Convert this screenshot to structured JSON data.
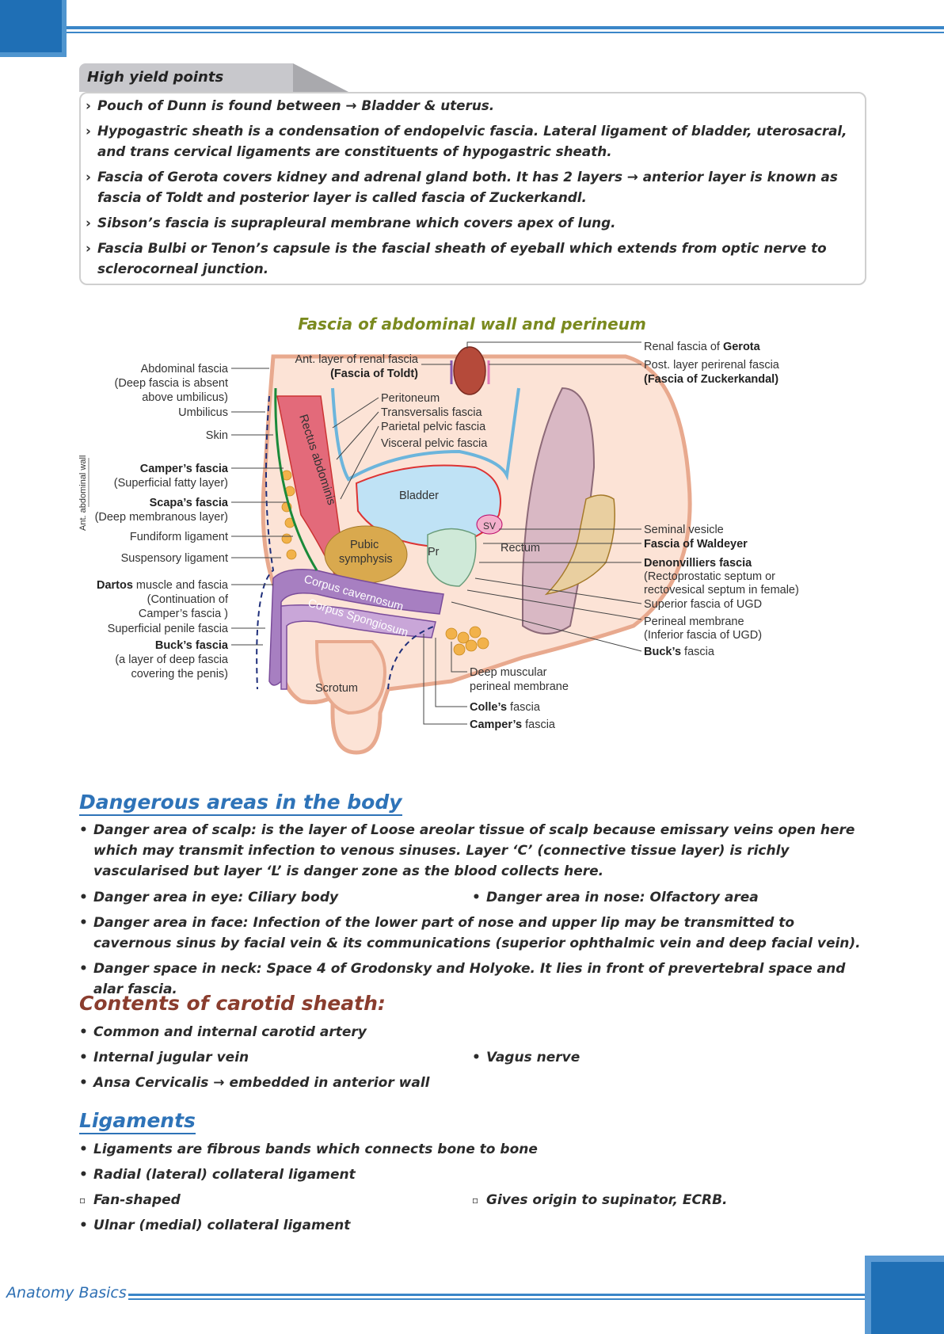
{
  "footer": {
    "book_title": "Anatomy Basics"
  },
  "high_yield": {
    "title": "High yield points",
    "marker": "›",
    "points": [
      "Pouch of Dunn is found between → Bladder & uterus.",
      "Hypogastric sheath is a condensation of endopelvic fascia. Lateral ligament of bladder, uterosacral, and trans cervical ligaments are constituents of hypogastric sheath.",
      "Fascia of Gerota covers kidney and adrenal gland both. It has 2 layers → anterior layer is known as fascia of Toldt and posterior layer is called fascia of Zuckerkandl.",
      "Sibson’s fascia is suprapleural membrane which covers apex of lung.",
      "Fascia Bulbi or Tenon’s capsule is the fascial sheath of eyeball which extends from optic nerve to sclerocorneal junction."
    ]
  },
  "figure": {
    "title": "Fascia of abdominal wall and perineum",
    "labels": {
      "renal_fascia_a": "Renal fascia of ",
      "renal_fascia_b": "Gerota",
      "ant_renal_1": "Ant. layer of renal fascia",
      "ant_renal_2": "(Fascia of Toldt)",
      "post_renal_1": "Post. layer perirenal fascia",
      "post_renal_2": "(Fascia of Zuckerkandal)",
      "abd_fascia_1": "Abdominal fascia",
      "abd_fascia_2": "(Deep fascia is absent",
      "abd_fascia_3": "above umbilicus)",
      "umbilicus": "Umbilicus",
      "skin": "Skin",
      "ant_abd_wall": "Ant. abdominal wall",
      "campers_1": "Camper’s fascia",
      "campers_2": "(Superficial fatty layer)",
      "scapas_1": "Scapa’s fascia",
      "scapas_2": "(Deep membranous layer)",
      "fundiform": "Fundiform ligament",
      "suspensory": "Suspensory ligament",
      "dartos_a": "Dartos",
      "dartos_b": " muscle and fascia",
      "dartos_2": "(Continuation of",
      "dartos_3": "Camper’s fascia )",
      "sup_penile": "Superficial penile fascia",
      "bucks_1": "Buck’s fascia",
      "bucks_2": "(a layer of deep fascia",
      "bucks_3": "covering the penis)",
      "peritoneum": "Peritoneum",
      "transversalis": "Transversalis fascia",
      "parietal_pelvic": "Parietal pelvic fascia",
      "visceral_pelvic": "Visceral pelvic fascia",
      "rectus": "Rectus abdominis",
      "bladder": "Bladder",
      "pubic_1": "Pubic",
      "pubic_2": "symphysis",
      "pr": "Pr",
      "sv": "SV",
      "rectum": "Rectum",
      "corpus_cav": "Corpus cavernosum",
      "corpus_spong": "Corpus Spongiosum",
      "scrotum": "Scrotum",
      "seminal_vesicle": "Seminal vesicle",
      "waldeyer": "Fascia of Waldeyer",
      "denon_1": "Denonvilliers fascia",
      "denon_2": "(Rectoprostatic septum or",
      "denon_3": "rectovesical septum in female)",
      "sup_ugd": "Superior fascia of UGD",
      "perineal_1": "Perineal membrane",
      "perineal_2": "(Inferior fascia of UGD)",
      "bucks_r_a": "Buck’s",
      "bucks_r_b": " fascia",
      "deep_musc_1": "Deep muscular",
      "deep_musc_2": "perineal membrane",
      "colles_a": "Colle’s",
      "colles_b": " fascia",
      "campers_r_a": "Camper’s",
      "campers_r_b": " fascia"
    }
  },
  "dangerous": {
    "heading": "Dangerous areas in the body",
    "bullet": "•",
    "item1": "Danger area of scalp: is the layer of Loose areolar tissue of scalp because emissary veins open here which may transmit infection to venous sinuses. Layer ‘C’ (connective tissue layer) is richly vascularised but layer ‘L’ is danger zone as the blood collects here.",
    "item2a": "Danger area in eye: Ciliary body",
    "item2b": "Danger area in nose: Olfactory area",
    "item3": "Danger area in face: Infection of the lower part of nose and upper lip may be transmitted to cavernous sinus by facial vein & its communications (superior ophthalmic vein and deep facial vein).",
    "item4": "Danger space in neck: Space 4 of Grodonsky and Holyoke. It lies in front of prevertebral space and alar fascia."
  },
  "carotid": {
    "heading": "Contents of carotid sheath:",
    "item1": "Common and internal carotid artery",
    "item2a": "Internal jugular vein",
    "item2b": "Vagus nerve",
    "item3": "Ansa Cervicalis → embedded in anterior wall"
  },
  "ligaments": {
    "heading": "Ligaments",
    "item1": "Ligaments are fibrous bands which connects bone to bone",
    "item2": "Radial (lateral) collateral ligament",
    "sub_marker": "▫",
    "sub1": "Fan-shaped",
    "sub2": "Gives origin to supinator, ECRB.",
    "item3": "Ulnar (medial) collateral ligament"
  },
  "colors": {
    "accent_blue": "#2e73b8",
    "figure_title": "#7a8a1f",
    "carotid_heading": "#8a3d2e"
  }
}
